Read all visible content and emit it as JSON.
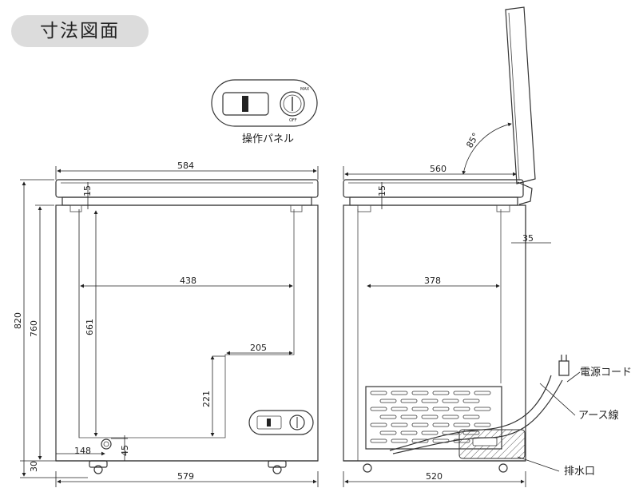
{
  "title": "寸法図面",
  "labels": {
    "control_panel": "操作パネル",
    "power_cord": "電源コード",
    "earth_wire": "アース線",
    "drain": "排水口"
  },
  "front": {
    "top_width": "584",
    "bottom_width": "579",
    "lid_thickness": "15",
    "inner_width": "438",
    "step_width": "205",
    "inner_height": "661",
    "step_height": "221",
    "total_height": "820",
    "body_height": "760",
    "drain_offset": "148",
    "drain_height": "45",
    "foot_height": "30"
  },
  "side": {
    "top_width": "560",
    "bottom_width": "520",
    "lid_thickness": "15",
    "inner_width": "378",
    "hinge_offset": "35",
    "lid_angle": "85°"
  },
  "knob": {
    "max_mark": "MAX",
    "off_mark": "OFF"
  }
}
